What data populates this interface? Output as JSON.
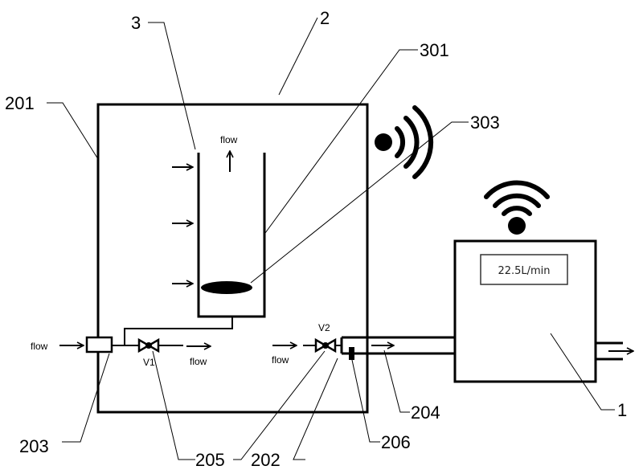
{
  "labels": {
    "tube": "3",
    "container": "2",
    "tube_wall": "301",
    "float": "303",
    "container_wall": "201",
    "inlet": "203",
    "valves": "205",
    "outlet_joint": "202",
    "sensor": "206",
    "pipe": "204",
    "flowmeter": "1"
  },
  "flow_text": "flow",
  "valve_v1": "V1",
  "valve_v2": "V2",
  "meter_display": "22.5L/min",
  "icons": [
    "wireless-signal-icon",
    "wifi-icon"
  ]
}
